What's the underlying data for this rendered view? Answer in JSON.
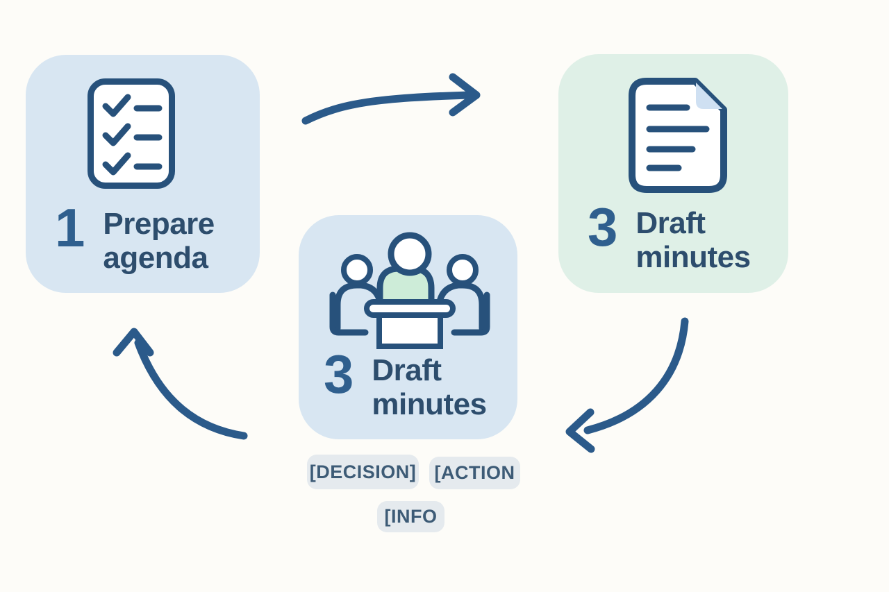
{
  "diagram": {
    "description": "meeting-workflow-cycle",
    "steps": [
      {
        "id": "prepare-agenda",
        "number": "1",
        "label_line1": "Prepare",
        "label_line2": "agenda",
        "icon": "checklist-icon",
        "bg": "#d8e6f2"
      },
      {
        "id": "draft-minutes-center",
        "number": "3",
        "label_line1": "Draft",
        "label_line2": "minutes",
        "icon": "meeting-table-icon",
        "bg": "#d8e6f2"
      },
      {
        "id": "draft-minutes-right",
        "number": "3",
        "label_line1": "Draft",
        "label_line2": "minutes",
        "icon": "document-icon",
        "bg": "#dff0e7"
      }
    ],
    "tags": [
      {
        "label": "[DECISION]"
      },
      {
        "label": "[ACTION"
      },
      {
        "label": "[INFO"
      }
    ],
    "arrows": [
      {
        "id": "arrow-top",
        "direction": "left-to-right"
      },
      {
        "id": "arrow-right",
        "direction": "down-to-left"
      },
      {
        "id": "arrow-left",
        "direction": "up-to-left-box"
      }
    ],
    "colors": {
      "page_bg": "#fdfcf8",
      "box_blue": "#d8e6f2",
      "box_green": "#dff0e7",
      "icon_stroke": "#27517b",
      "label_text": "#2d4d6d",
      "number_text": "#2f5f8e",
      "arrow": "#2b5a8a",
      "pill_bg": "#e5eaee",
      "pill_text": "#3d5b76",
      "mint_fill": "#cdecd8",
      "fold_fill": "#cfe0f2"
    }
  }
}
